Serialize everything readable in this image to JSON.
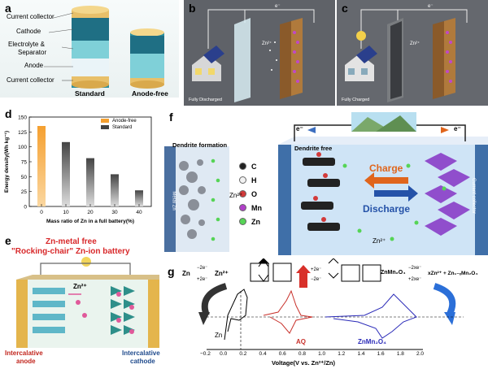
{
  "panel_a": {
    "letter": "a",
    "layers": [
      "Current collector",
      "Cathode",
      "Electrolyte &",
      "Separator",
      "Anode",
      "Current collector"
    ],
    "label_standard": "Standard",
    "label_anode_free": "Anode-free"
  },
  "panel_b": {
    "letter": "b",
    "ion": "Zn²⁺",
    "caption": "Fully Discharged",
    "electron": "e⁻"
  },
  "panel_c": {
    "letter": "c",
    "ion": "Zn²⁺",
    "caption": "Fully Charged",
    "electron": "e⁻"
  },
  "panel_d": {
    "letter": "d"
  },
  "panel_e": {
    "letter": "e",
    "title1": "Zn-metal free",
    "title2": "\"Rocking-chair\" Zn-ion battery",
    "ion": "Zn²⁺",
    "anode": "Intercalative anode",
    "anode_l1": "Intercalative",
    "anode_l2": "anode",
    "cathode_l1": "Intercalative",
    "cathode_l2": "cathode"
  },
  "panel_f": {
    "letter": "f",
    "electron": "e⁻",
    "dendrite_formation": "Dendrite formation",
    "dendrite_free": "Dendrite free",
    "legend": [
      {
        "sym": "C",
        "color": "#222222"
      },
      {
        "sym": "H",
        "color": "#f2f2f2"
      },
      {
        "sym": "O",
        "color": "#d23a3a"
      },
      {
        "sym": "Mn",
        "color": "#b040c8"
      },
      {
        "sym": "Zn",
        "color": "#56d456"
      }
    ],
    "zn_left": "Zn²⁺",
    "zn_right": "Zn²⁺",
    "charge": "Charge",
    "discharge": "Discharge",
    "metal_zn": "Metal Zn",
    "current_collector": "Current collector"
  },
  "panel_g": {
    "letter": "g",
    "eq_zn_left": "Zn",
    "eq_zn_top": "−2e⁻",
    "eq_zn_bottom": "+2e⁻",
    "eq_zn_right": "Zn²⁺",
    "eq_aq_top": "+2e⁻",
    "eq_aq_bottom": "−2e⁻",
    "eq_zmo_left": "ZnMn₂O₄",
    "eq_zmo_top": "−2xe⁻",
    "eq_zmo_bottom": "+2xe⁻",
    "eq_zmo_right": "xZn²⁺ + Zn₁₋ₓMn₂O₄",
    "label_zn": "Zn",
    "label_aq": "AQ",
    "label_zmo": "ZnMn₂O₄",
    "xlabel": "Voltage(V vs. Zn²⁺/Zn)",
    "xticks": [
      "−0.2",
      "0.0",
      "0.2",
      "0.4",
      "0.6",
      "0.8",
      "1.0",
      "1.2",
      "1.4",
      "1.6",
      "1.8",
      "2.0"
    ]
  },
  "chart_data": {
    "type": "bar",
    "title": "",
    "xlabel": "Mass ratio of Zn in a full battery(%)",
    "ylabel": "Energy density(Wh kg⁻¹)",
    "categories": [
      "0",
      "10",
      "20",
      "30",
      "40"
    ],
    "series": [
      {
        "name": "Anode-free",
        "values": [
          135,
          null,
          null,
          null,
          null
        ],
        "color": "#f5a030"
      },
      {
        "name": "Standard",
        "values": [
          null,
          108,
          81,
          54,
          27
        ],
        "color": "#444444"
      }
    ],
    "ylim": [
      0,
      150
    ],
    "yticks": [
      "0",
      "25",
      "50",
      "75",
      "100",
      "125",
      "150"
    ],
    "xticks": [
      "0",
      "10",
      "20",
      "30",
      "40"
    ],
    "legend_position": "top-right",
    "grid": false
  }
}
